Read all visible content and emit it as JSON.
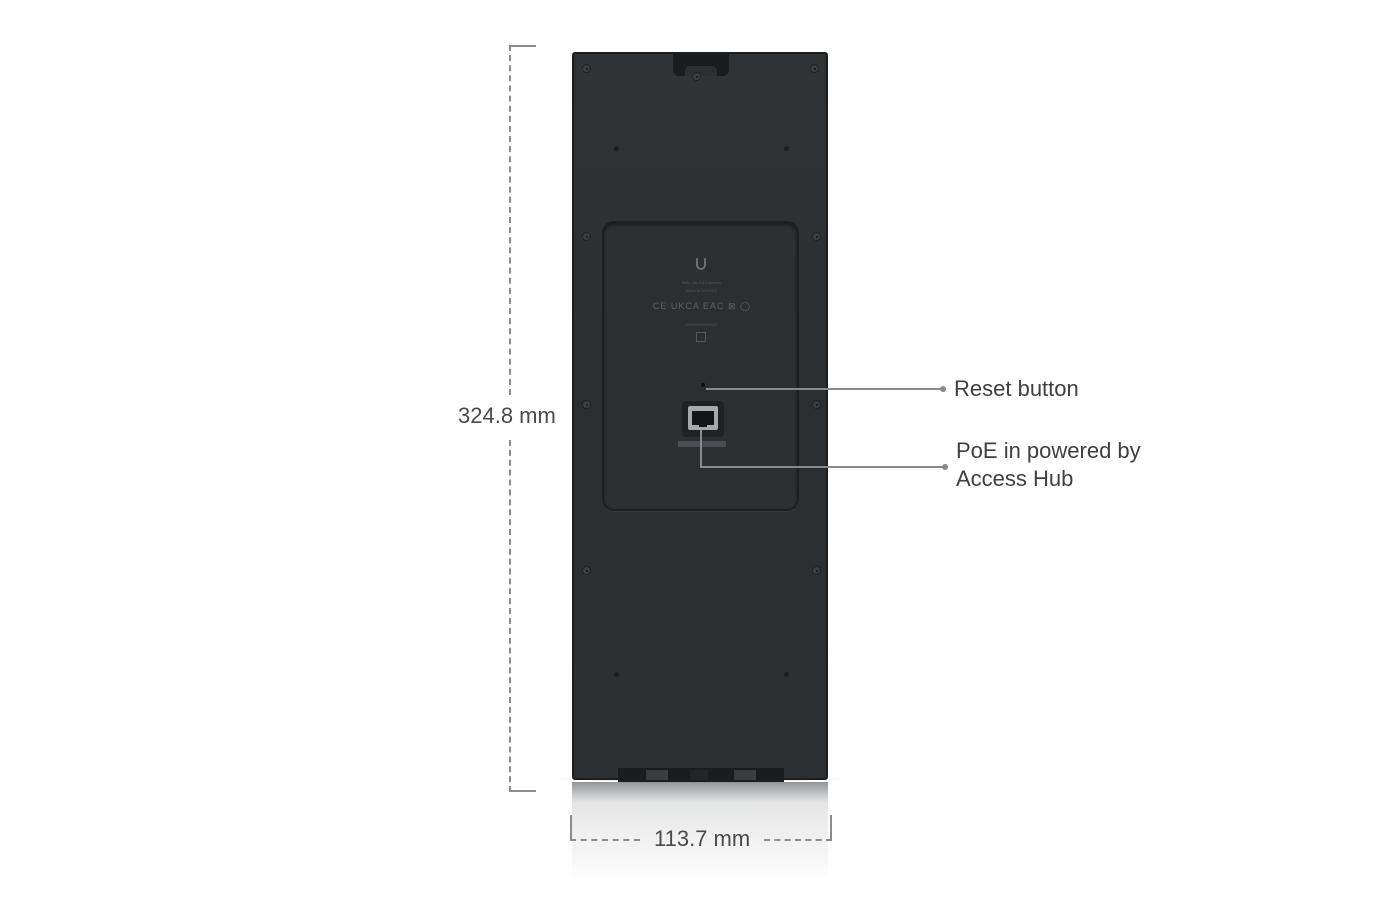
{
  "figure": {
    "type": "product dimension diagram",
    "view": "rear view of device"
  },
  "dimensions": {
    "height_label": "324.8 mm",
    "width_label": "113.7 mm"
  },
  "callouts": [
    {
      "id": "reset",
      "label": "Reset button"
    },
    {
      "id": "poe",
      "label_line1": "PoE in powered by",
      "label_line2": "Access Hub"
    }
  ],
  "device_label": {
    "brand": "UniFi",
    "model": "M/N: UA-G3-Intercom",
    "ip_rating": "IP65",
    "made_in": "Made in XXXXXX",
    "certs": [
      "CE",
      "UKCA",
      "EAC",
      "WEEE",
      "MET"
    ],
    "serial": "XXXXXXXXXXXX"
  },
  "colors": {
    "device_body": "#2c2f31",
    "dimension_line": "#8c8c8c",
    "text": "#3f3f3f"
  }
}
